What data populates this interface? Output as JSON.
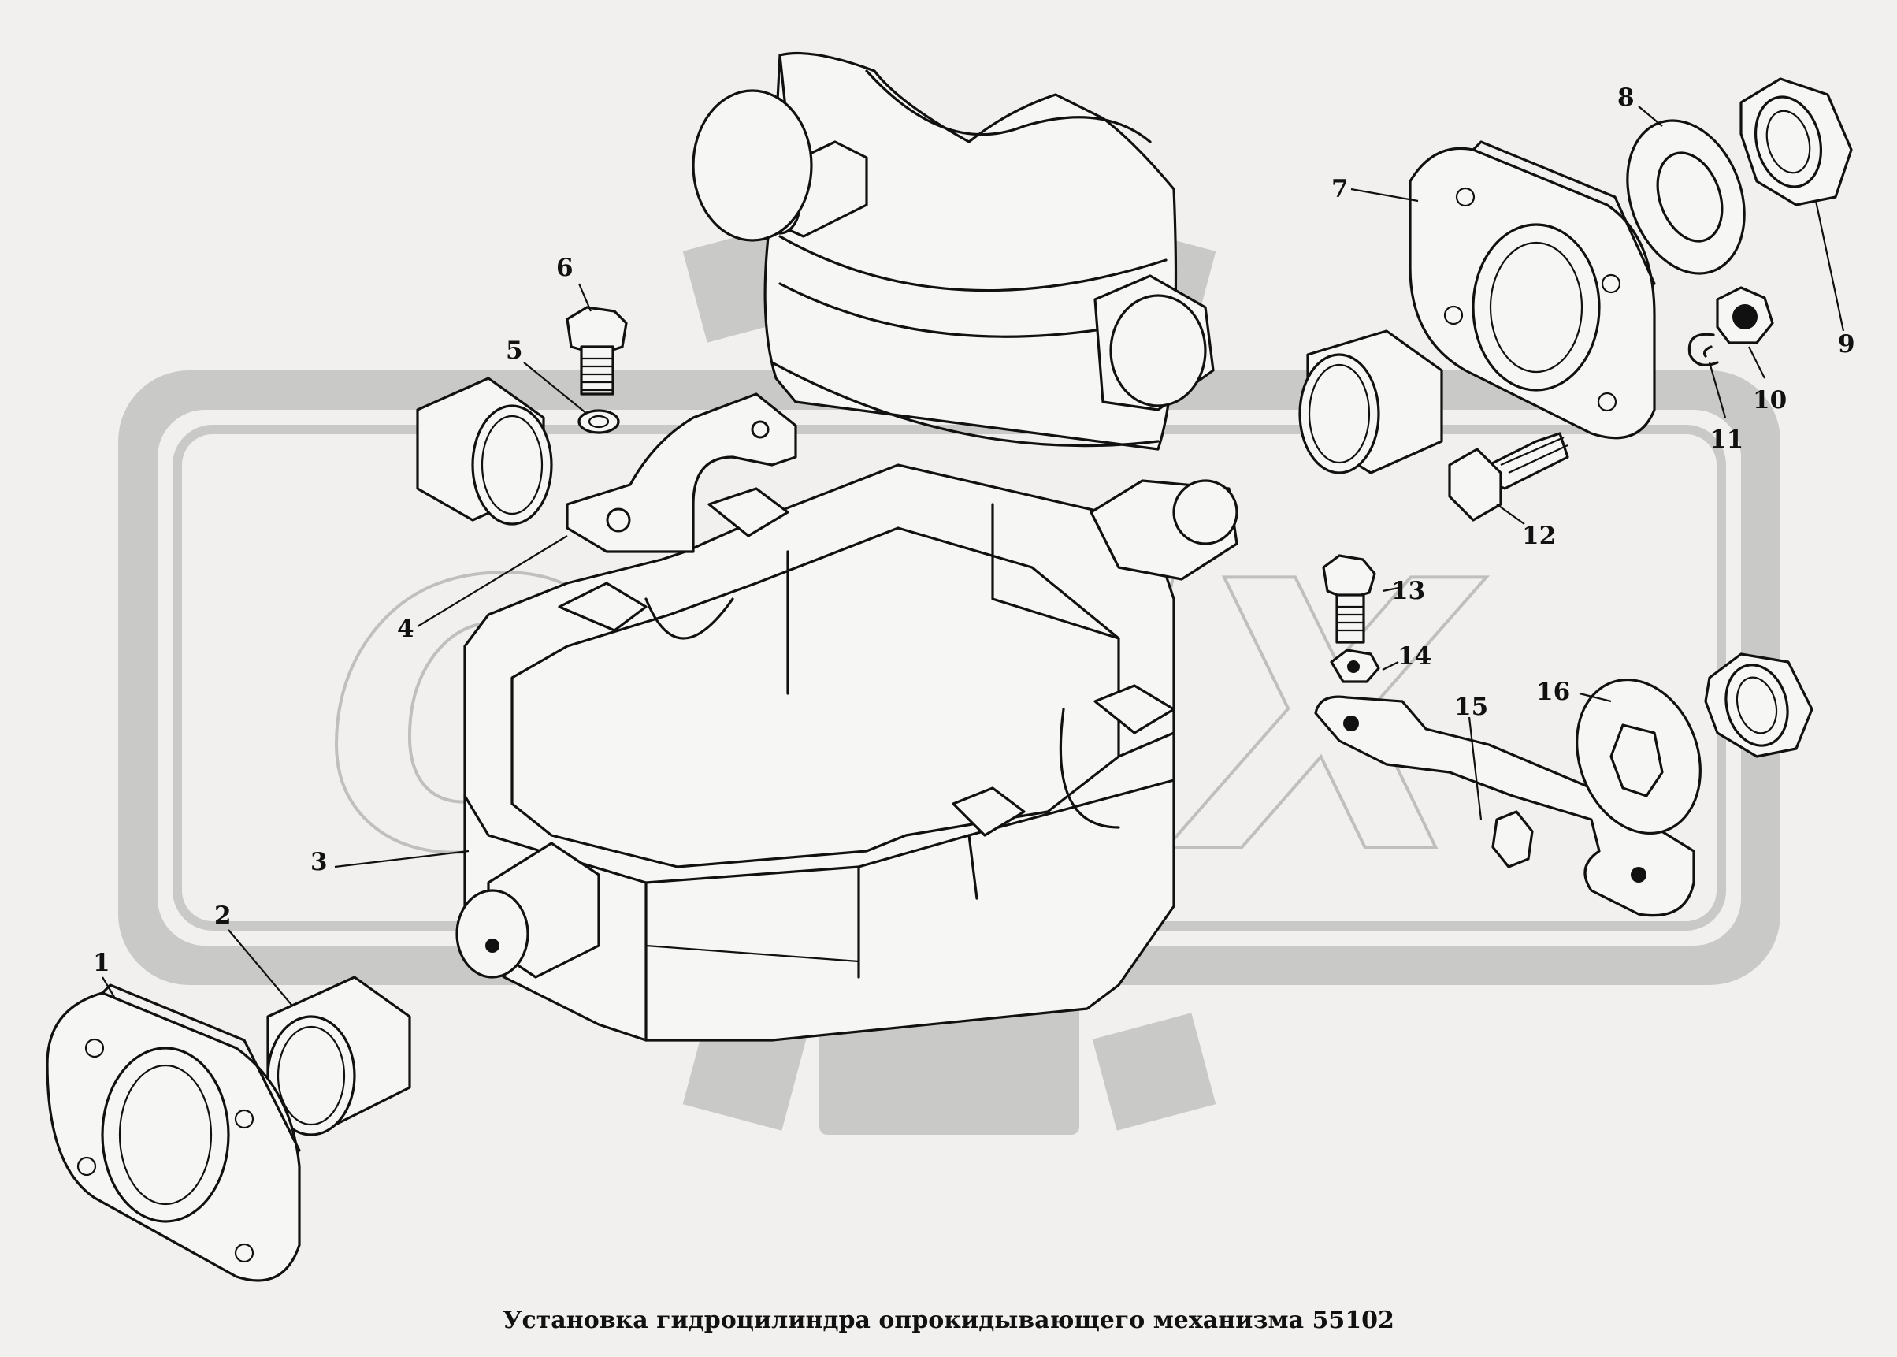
{
  "caption": "Установка гидроцилиндра  опрокидывающего механизма 55102",
  "watermark": "OPEX",
  "callouts": [
    "1",
    "2",
    "3",
    "4",
    "5",
    "6",
    "7",
    "8",
    "9",
    "10",
    "11",
    "12",
    "13",
    "14",
    "15",
    "16"
  ],
  "colors": {
    "background": "#f1f0ee",
    "line": "#111111",
    "watermark": "#c9c9c7"
  }
}
